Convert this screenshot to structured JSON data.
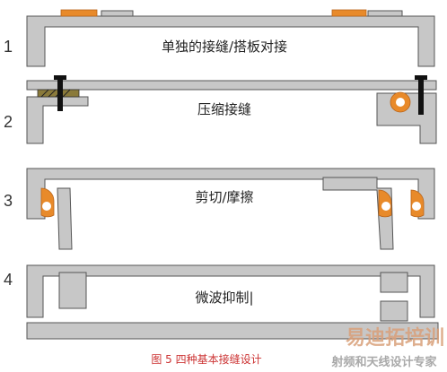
{
  "rows": [
    {
      "number": "1",
      "label": "单独的接缝/搭板对接"
    },
    {
      "number": "2",
      "label": "压缩接缝"
    },
    {
      "number": "3",
      "label": "剪切/摩擦"
    },
    {
      "number": "4",
      "label": "微波抑制|"
    }
  ],
  "caption": "图 5  四种基本接缝设计",
  "watermark": {
    "main": "易迪拓培训",
    "sub": "射频和天线设计专家"
  },
  "colors": {
    "plate": "#c7c7c7",
    "outline": "#555555",
    "gasket": "#e88a2a",
    "bolt": "#111111",
    "caption": "#cc3333"
  }
}
